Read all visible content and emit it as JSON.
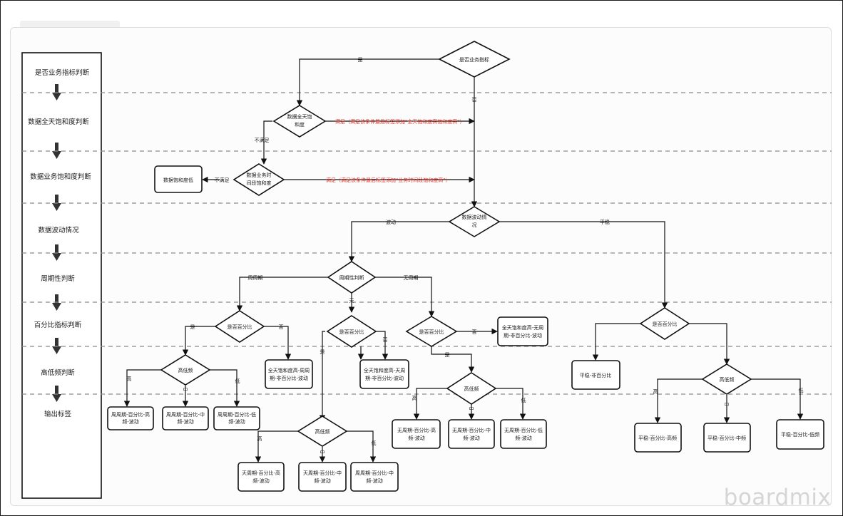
{
  "stages": [
    "是否业务指标判断",
    "数据全天饱和度判断",
    "数据业务饱和度判断",
    "数据波动情况",
    "周期性判断",
    "百分比指标判断",
    "高低频判断",
    "输出标签"
  ],
  "decisions": {
    "is_business": "是否业务指标",
    "fullday_sat": [
      "数据全天饱",
      "和度"
    ],
    "business_time_sat": [
      "数据业务时",
      "间段饱和度"
    ],
    "volatility": [
      "数据波动情",
      "况"
    ],
    "periodicity": "周期性判断",
    "pct_left": "是否百分比",
    "pct_mid": "是否百分比",
    "pct_right": "是否百分比",
    "pct_stable": "是否百分比",
    "hf_left": "高低频",
    "hf_mid": "高低频",
    "hf_right": "高低频",
    "hf_stable": "高低频"
  },
  "edge_labels": {
    "yes": "是",
    "no": "否",
    "not_satisfied": "不满足",
    "fluctuating": "波动",
    "stable": "平稳",
    "periodic": "周周期",
    "day": "天",
    "no_period": "无周期",
    "high": "高",
    "mid": "中",
    "low": "低"
  },
  "red_notes": {
    "fullday": "满足（满足该条件最后标签添加\"全天饱和度高饱和度高\"）",
    "business": "满足（满足该条件最后标签添加\"业务时间段饱和度高\"）"
  },
  "outputs": {
    "low_saturation": "数据饱和度低",
    "week_nonpct": [
      "全天饱和度高-周周",
      "期-非百分比-波动"
    ],
    "day_nonpct": [
      "全天饱和度高-天周",
      "期-非百分比-波动"
    ],
    "none_nonpct": [
      "全天饱和度高-无周",
      "期-非百分比-波动"
    ],
    "stable_nonpct": "平稳-非百分比",
    "week_high": [
      "周周期-百分比-高",
      "频-波动"
    ],
    "week_mid": [
      "周周期-百分比-中",
      "频-波动"
    ],
    "week_low": [
      "周周期-百分比-低",
      "频-波动"
    ],
    "day_high": [
      "天周期-百分比-高",
      "频-波动"
    ],
    "day_mid": [
      "天周期-百分比-中",
      "频-波动"
    ],
    "day_low": [
      "周周期-百分比-中",
      "频-波动"
    ],
    "none_high": [
      "无周期-百分比-高",
      "频-波动"
    ],
    "none_mid": [
      "无周期-百分比-中",
      "频-波动"
    ],
    "none_low": [
      "无周期-百分比-低",
      "频-波动"
    ],
    "stable_high": "平稳-百分比-高频",
    "stable_mid": "平稳-百分比-中频",
    "stable_low": "平稳-百分比-低频"
  },
  "watermark": "boardmix"
}
